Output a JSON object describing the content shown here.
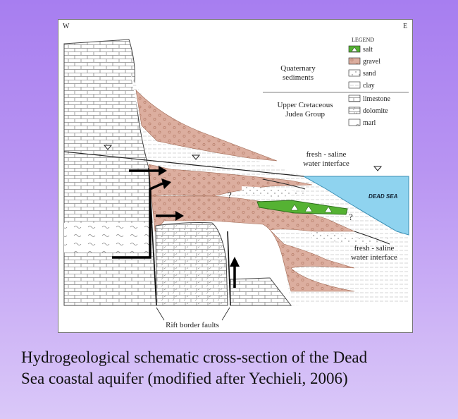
{
  "directions": {
    "west": "W",
    "east": "E"
  },
  "legend": {
    "title": "LEGEND",
    "items": [
      {
        "key": "salt",
        "label": "salt"
      },
      {
        "key": "gravel",
        "label": "gravel"
      },
      {
        "key": "sand",
        "label": "sand"
      },
      {
        "key": "clay",
        "label": "clay"
      },
      {
        "key": "limestone",
        "label": "limestone"
      },
      {
        "key": "dolomite",
        "label": "dolomite"
      },
      {
        "key": "marl",
        "label": "marl"
      }
    ],
    "groups": {
      "quaternary_line1": "Quaternary",
      "quaternary_line2": "sediments",
      "cretaceous_line1": "Upper Cretaceous",
      "cretaceous_line2": "Judea Group"
    }
  },
  "labels": {
    "interface_top_line1": "fresh - saline",
    "interface_top_line2": "water interface",
    "interface_bottom_line1": "fresh - saline",
    "interface_bottom_line2": "water interface",
    "dead_sea": "DEAD SEA",
    "faults": "Rift border faults",
    "question_mark": "?"
  },
  "colors": {
    "gravel": "#dcae9f",
    "water": "#8fd3ef",
    "salt": "#55b233",
    "background_top": "#a77ef0",
    "background_bottom": "#dac8f8"
  },
  "caption": {
    "line1": "Hydrogeological schematic cross-section of the Dead",
    "line2": "Sea coastal aquifer (modified after Yechieli, 2006)"
  }
}
